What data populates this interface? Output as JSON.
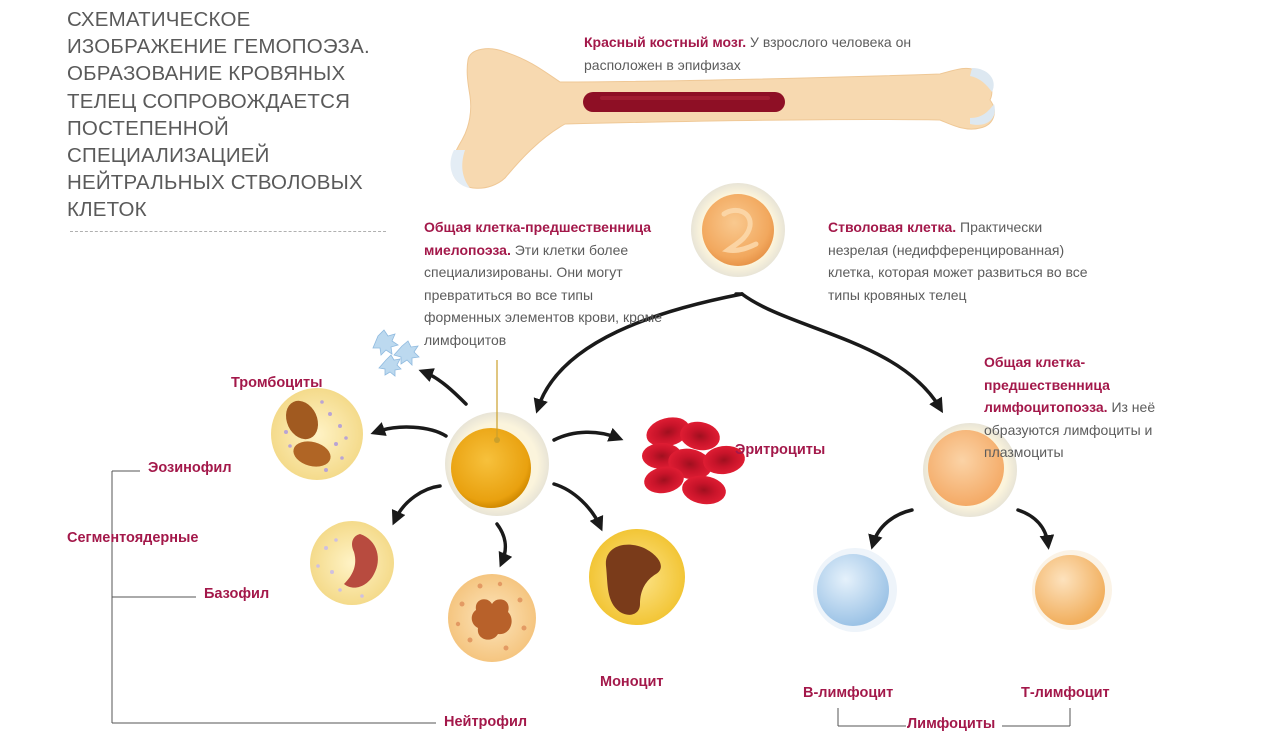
{
  "title": "СХЕМАТИЧЕСКОЕ ИЗОБРАЖЕНИЕ ГЕМОПОЭЗА. ОБРАЗОВАНИЕ КРОВЯНЫХ ТЕЛЕЦ СОПРОВОЖДАЕТСЯ ПОСТЕПЕННОЙ СПЕЦИАЛИЗАЦИЕЙ НЕЙТРАЛЬНЫХ СТВОЛОВЫХ КЛЕТОК",
  "bone_marrow": {
    "heading": "Красный костный мозг.",
    "text": "У взрослого человека он расположен в эпифизах"
  },
  "stem_cell": {
    "heading": "Стволовая клетка.",
    "text": "Практически незрелая (недифференцированная) клетка, которая может развиться во все типы кровяных телец"
  },
  "myeloid_progenitor": {
    "heading": "Общая клетка-предшественница миелопоэза.",
    "text": "Эти клетки более специализированы. Они могут превратиться во все типы форменных элементов крови, кроме лимфоцитов"
  },
  "lymphoid_progenitor": {
    "heading": "Общая клетка-предшественница лимфоцитопоэза.",
    "text": "Из неё образуются лимфоциты и плазмоциты"
  },
  "labels": {
    "platelets": "Тромбоциты",
    "eosinophil": "Эозинофил",
    "segmented": "Сегментоядерные",
    "basophil": "Базофил",
    "neutrophil": "Нейтрофил",
    "erythrocytes": "Эритроциты",
    "monocyte": "Моноцит",
    "b_lymphocyte": "В-лимфоцит",
    "t_lymphocyte": "Т-лимфоцит",
    "lymphocytes": "Лимфоциты"
  },
  "colors": {
    "accent": "#a3184a",
    "bone": "#f7d9b0",
    "marrow": "#8e0f25",
    "erythrocyte": "#d4162b",
    "arrow": "#1a1a1a"
  }
}
